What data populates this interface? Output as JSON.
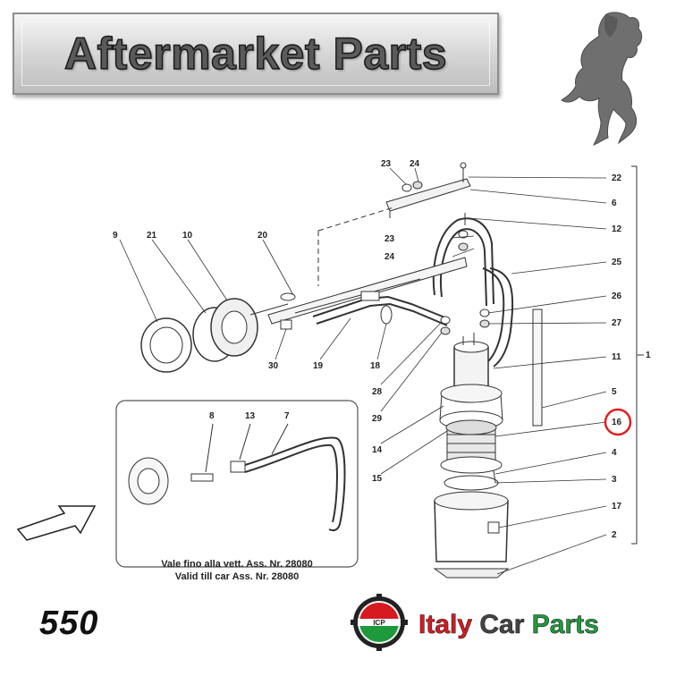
{
  "header": {
    "title": "Aftermarket Parts"
  },
  "diagram": {
    "callouts_left": {
      "c9": "9",
      "c21": "21",
      "c10": "10",
      "c20": "20",
      "c30": "30",
      "c19": "19",
      "c18": "18",
      "c28": "28",
      "c29": "29",
      "c14": "14",
      "c15": "15",
      "c23a": "23",
      "c24a": "24",
      "c23b": "23",
      "c24b": "24"
    },
    "callouts_right": {
      "c22": "22",
      "c6": "6",
      "c12": "12",
      "c25": "25",
      "c26": "26",
      "c27": "27",
      "c11": "11",
      "c5": "5",
      "c16": "16",
      "c4": "4",
      "c3": "3",
      "c17": "17",
      "c2": "2",
      "c1": "1"
    },
    "inset": {
      "c8": "8",
      "c13": "13",
      "c7": "7",
      "caption_it": "Vale fino alla vett. Ass. Nr. 28080",
      "caption_en": "Valid till car Ass. Nr. 28080"
    },
    "highlighted_part": "16",
    "highlight_color": "#e01e1e"
  },
  "footer": {
    "model": "550",
    "brand": {
      "word1": "Italy",
      "word2": "Car",
      "word3": "Parts"
    },
    "brand_colors": {
      "word1": "#d71920",
      "word2": "#444444",
      "word3": "#1e9a3c"
    }
  }
}
